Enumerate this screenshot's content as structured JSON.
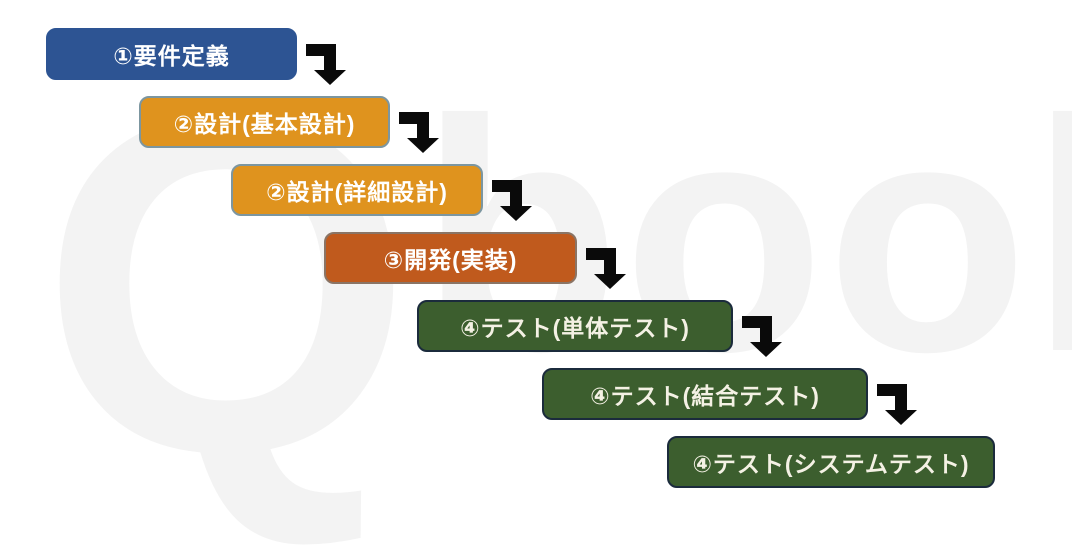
{
  "diagram": {
    "watermark": {
      "first_letter": "Q",
      "rest": "book",
      "color": "#F3F3F3"
    },
    "background_color": "#FFFFFF",
    "arrow_color": "#0A0A0A",
    "arrow_icon": "elbow-down-arrow",
    "phases": [
      {
        "label": "①要件定義",
        "fill": "#2D5493",
        "border": "#2D5493",
        "text_color": "#FFFFFF"
      },
      {
        "label": "②設計(基本設計)",
        "fill": "#DF931E",
        "border": "#7C96A0",
        "text_color": "#FFFFFF"
      },
      {
        "label": "②設計(詳細設計)",
        "fill": "#DF931E",
        "border": "#7C96A0",
        "text_color": "#FFFFFF"
      },
      {
        "label": "③開発(実装)",
        "fill": "#C05A1D",
        "border": "#8A7465",
        "text_color": "#FFFFFF"
      },
      {
        "label": "④テスト(単体テスト)",
        "fill": "#3C5E2E",
        "border": "#1B2B3C",
        "text_color": "#F4F1E4"
      },
      {
        "label": "④テスト(結合テスト)",
        "fill": "#3C5E2E",
        "border": "#1B2B3C",
        "text_color": "#F4F1E4"
      },
      {
        "label": "④テスト(システムテスト)",
        "fill": "#3C5E2E",
        "border": "#1B2B3C",
        "text_color": "#F4F1E4"
      }
    ]
  }
}
